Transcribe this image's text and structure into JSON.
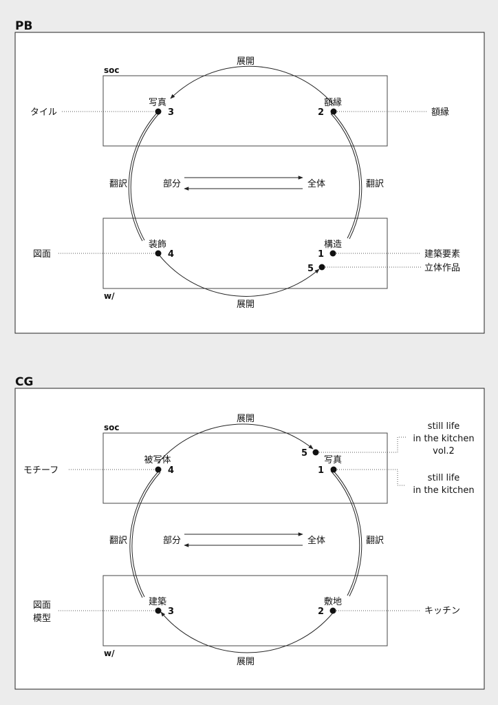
{
  "pb": {
    "title": "PB",
    "soc": "soc",
    "w": "w/",
    "top_arc": "展開",
    "bottom_arc": "展開",
    "left_side": "翻訳",
    "right_side": "翻訳",
    "part": "部分",
    "whole": "全体",
    "nodes": {
      "tl": {
        "label": "写真",
        "num": "3"
      },
      "tr": {
        "label": "額縁",
        "num": "2"
      },
      "bl": {
        "label": "装飾",
        "num": "4"
      },
      "br": {
        "label": "構造",
        "num": "1"
      },
      "extra": {
        "num": "5"
      }
    },
    "outer": {
      "left_top": "タイル",
      "right_top": "額縁",
      "left_bottom": "図面",
      "right_bottom1": "建築要素",
      "right_bottom2": "立体作品"
    }
  },
  "cg": {
    "title": "CG",
    "soc": "soc",
    "w": "w/",
    "top_arc": "展開",
    "bottom_arc": "展開",
    "left_side": "翻訳",
    "right_side": "翻訳",
    "part": "部分",
    "whole": "全体",
    "nodes": {
      "tl": {
        "label": "被写体",
        "num": "4"
      },
      "tr": {
        "label": "写真",
        "num": "1"
      },
      "bl": {
        "label": "建築",
        "num": "3"
      },
      "br": {
        "label": "敷地",
        "num": "2"
      },
      "extra": {
        "num": "5"
      }
    },
    "outer": {
      "left_top": "モチーフ",
      "left_bottom1": "図面",
      "left_bottom2": "模型",
      "right_bottom": "キッチン",
      "right_top_a": [
        "still life",
        "in the kitchen",
        "vol.2"
      ],
      "right_top_b": [
        "still life",
        "in the kitchen"
      ]
    }
  }
}
